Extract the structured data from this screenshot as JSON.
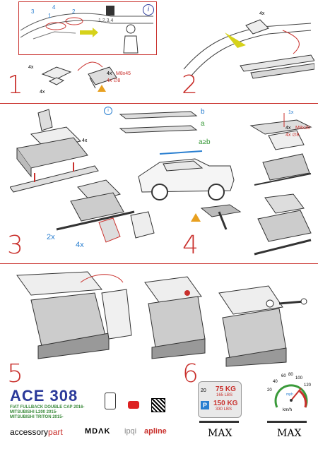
{
  "steps": {
    "s1": "1",
    "s2": "2",
    "s3": "3",
    "s4": "4",
    "s5": "5",
    "s6": "6"
  },
  "step1": {
    "callout_numbers": [
      "3",
      "4",
      "1",
      "2"
    ],
    "sequence": "1,2,3,4",
    "count_4x_a": "4x",
    "count_4x_b": "4x",
    "bolt": "M8x45",
    "bolt_qty": "4x",
    "washer": "4x ∅8",
    "info_icon": "i"
  },
  "step2": {
    "count": "4x"
  },
  "step3": {
    "count_4x_top": "4x",
    "count_2x": "2x",
    "count_4x_bottom": "4x",
    "label_b": "b",
    "label_a": "a",
    "relation": "a≥b",
    "info_icon": "i"
  },
  "step4": {
    "count_1x": "1x",
    "bolt_qty": "4x",
    "bolt": "M8x30",
    "washer": "4x ∅8"
  },
  "step6": {
    "weight_20": "20",
    "load_kg": "75 KG",
    "load_lbs": "165 LBS",
    "park_kg": "150 KG",
    "park_lbs": "330 LBS",
    "park_letter": "P",
    "max_1": "MAX",
    "max_2": "MAX",
    "speed_ticks": [
      "40",
      "60",
      "80",
      "100",
      "120",
      "20"
    ],
    "speed_unit": "km/h",
    "mph_unit": "mph"
  },
  "product": {
    "code": "ACE 308",
    "models": [
      "FIAT FULLBACK DOUBLE CAP 2016-",
      "MITSUBISHI L200 2015-",
      "MITSUBISHI TRITON 2015-"
    ]
  },
  "brands": {
    "accessory_a": "accessory",
    "accessory_b": "part",
    "mdak": "MDΛK",
    "ipqi": "ipqi",
    "apline": "apline"
  },
  "colors": {
    "accent_red": "#c9302c",
    "blue": "#2b3a9a",
    "green": "#3a8a3a",
    "arrow_yellow": "#d6d21a"
  }
}
